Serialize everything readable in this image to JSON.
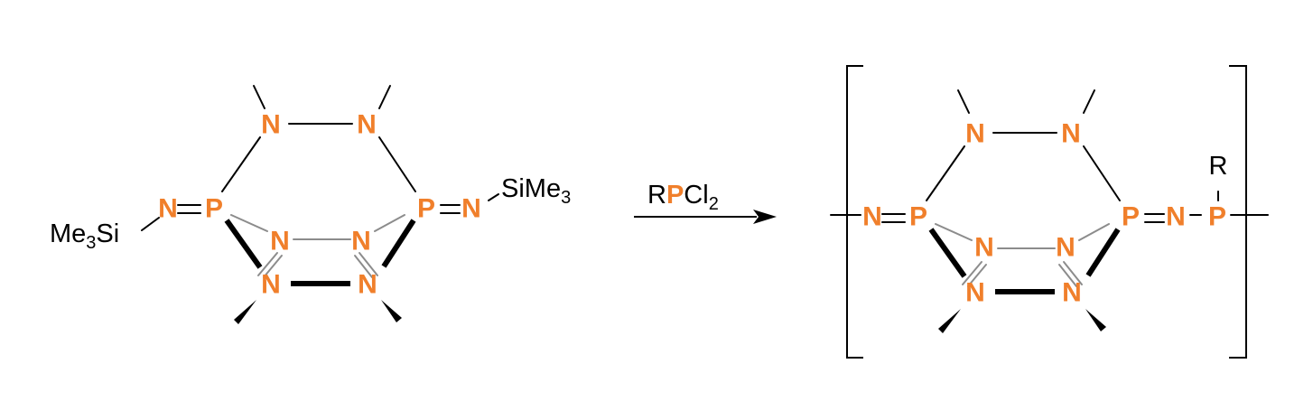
{
  "colors": {
    "heteroatom": "#f07f2b",
    "bond": "#000000",
    "back_bond": "#8c8c8c",
    "text": "#000000"
  },
  "atoms": {
    "nitrogen": "N",
    "phosphorus": "P"
  },
  "substituents": {
    "left_main": "Me",
    "left_sub": "3",
    "left_tail": "Si",
    "right_main": "SiMe",
    "right_sub": "3",
    "product_r": "R"
  },
  "reagent": {
    "prefix": "R",
    "center": "P",
    "suffix": "Cl",
    "sub": "2"
  }
}
